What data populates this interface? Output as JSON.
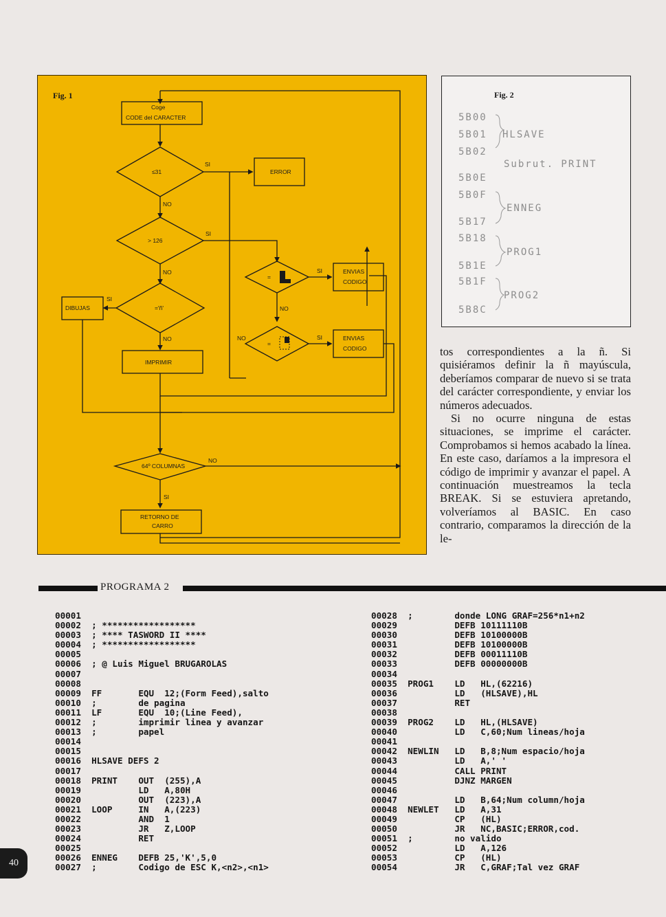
{
  "fig1": {
    "label": "Fig. 1",
    "boxes": {
      "get_char": [
        "Coge",
        "CODE   del CARACTER"
      ],
      "error": "ERROR",
      "dibujas": "DIBUJAS",
      "imprimir": "IMPRIMIR",
      "envias1": [
        "ENVIAS",
        "CODIGO"
      ],
      "envias2": [
        "ENVIAS",
        "CODIGO"
      ],
      "retorno": [
        "RETORNO DE",
        "CARRO"
      ]
    },
    "decisions": {
      "le31": "≤31",
      "gt126": "> 126",
      "enye": "='ñ'",
      "eq1": "=",
      "eq2": "=",
      "col64": "64º COLUMNAS"
    },
    "yes_label": "SI",
    "no_label": "NO"
  },
  "fig2": {
    "label": "Fig. 2",
    "addresses": [
      "5B00",
      "5B01",
      "5B02",
      "5B0E",
      "5B0F",
      "5B17",
      "5B18",
      "5B1E",
      "5B1F",
      "5B8C"
    ],
    "annotations": {
      "hlsave": "HLSAVE",
      "subrut": "Subrut. PRINT",
      "enneg": "ENNEG",
      "prog1": "PROG1",
      "prog2": "PROG2"
    }
  },
  "body_text": {
    "p1": "tos correspondientes a la ñ. Si quisiéramos definir la ñ mayúscula, deberíamos comparar de nuevo si se trata del carácter correspondiente, y enviar los números adecuados.",
    "p2": "Si no ocurre ninguna de estas situaciones, se imprime el carácter. Comprobamos si hemos acabado la línea. En este caso, daríamos a la impresora el código de imprimir y avanzar el papel. A continuación muestreamos la tecla BREAK. Si se estuviera apretando, volveríamos al BASIC. En caso contrario, comparamos la dirección de la le-"
  },
  "program": {
    "title": "PROGRAMA 2",
    "left_lines": [
      "00001",
      "00002  ; ******************",
      "00003  ; **** TASWORD II ****",
      "00004  ; ******************",
      "00005",
      "00006  ; @ Luis Miguel BRUGAROLAS",
      "00007",
      "00008",
      "00009  FF       EQU  12;(Form Feed),salto",
      "00010  ;        de pagina",
      "00011  LF       EQU  10;(Line Feed),",
      "00012  ;        imprimir linea y avanzar",
      "00013  ;        papel",
      "00014",
      "00015",
      "00016  HLSAVE DEFS 2",
      "00017",
      "00018  PRINT    OUT  (255),A",
      "00019           LD   A,80H",
      "00020           OUT  (223),A",
      "00021  LOOP     IN   A,(223)",
      "00022           AND  1",
      "00023           JR   Z,LOOP",
      "00024           RET",
      "00025",
      "00026  ENNEG    DEFB 25,'K',5,0",
      "00027  ;        Codigo de ESC K,<n2>,<n1>"
    ],
    "right_lines": [
      "00028  ;        donde LONG GRAF=256*n1+n2",
      "00029           DEFB 10111110B",
      "00030           DEFB 10100000B",
      "00031           DEFB 10100000B",
      "00032           DEFB 00011110B",
      "00033           DEFB 00000000B",
      "00034",
      "00035  PROG1    LD   HL,(62216)",
      "00036           LD   (HLSAVE),HL",
      "00037           RET",
      "00038",
      "00039  PROG2    LD   HL,(HLSAVE)",
      "00040           LD   C,60;Num lineas/hoja",
      "00041",
      "00042  NEWLIN   LD   B,8;Num espacio/hoja",
      "00043           LD   A,' '",
      "00044           CALL PRINT",
      "00045           DJNZ MARGEN",
      "00046",
      "00047           LD   B,64;Num column/hoja",
      "00048  NEWLET   LD   A,31",
      "00049           CP   (HL)",
      "00050           JR   NC,BASIC;ERROR,cod.",
      "00051  ;        no valido",
      "00052           LD   A,126",
      "00053           CP   (HL)",
      "00054           JR   C,GRAF;Tal vez GRAF"
    ]
  },
  "page_number": "40",
  "colors": {
    "figure_bg": "#f1b500",
    "badge": "#1b1b1b"
  }
}
